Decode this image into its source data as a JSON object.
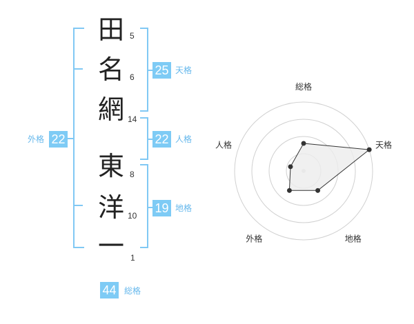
{
  "name_chars": [
    {
      "char": "田",
      "strokes": "5"
    },
    {
      "char": "名",
      "strokes": "6"
    },
    {
      "char": "網",
      "strokes": "14"
    },
    {
      "char": "東",
      "strokes": "8"
    },
    {
      "char": "洋",
      "strokes": "10"
    },
    {
      "char": "一",
      "strokes": "1"
    }
  ],
  "kaku": {
    "tenkaku": {
      "value": "25",
      "label": "天格"
    },
    "jinkaku": {
      "value": "22",
      "label": "人格"
    },
    "chikaku": {
      "value": "19",
      "label": "地格"
    },
    "gaikaku": {
      "value": "22",
      "label": "外格"
    },
    "soukaku": {
      "value": "44",
      "label": "総格"
    }
  },
  "colors": {
    "accent": "#7ecbf5",
    "bracket": "#80c8f4",
    "label": "#66b8ec",
    "radar_fill": "#ececec",
    "radar_line": "#333333"
  },
  "chart_data": {
    "type": "radar",
    "axes": [
      "総格",
      "天格",
      "地格",
      "外格",
      "人格"
    ],
    "values": [
      0.4,
      1.0,
      0.35,
      0.35,
      0.2
    ],
    "range": [
      0,
      1
    ],
    "rings": 4
  }
}
